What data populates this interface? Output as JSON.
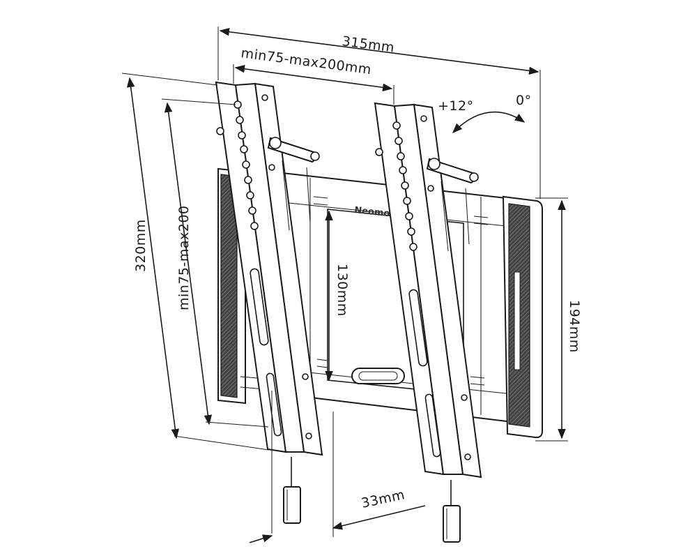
{
  "brand": "Neomo",
  "dimensions": {
    "overall_width": "315mm",
    "vesa_horizontal": "min75-max200mm",
    "overall_height": "320mm",
    "vesa_vertical": "min75-max200",
    "plate_height_inner": "130mm",
    "wall_plate_height": "194mm",
    "wall_distance": "33mm"
  },
  "tilt": {
    "max": "+12°",
    "min": "0°"
  },
  "colors": {
    "line": "#1a1a1a",
    "pad": "#555555",
    "background": "#ffffff"
  }
}
